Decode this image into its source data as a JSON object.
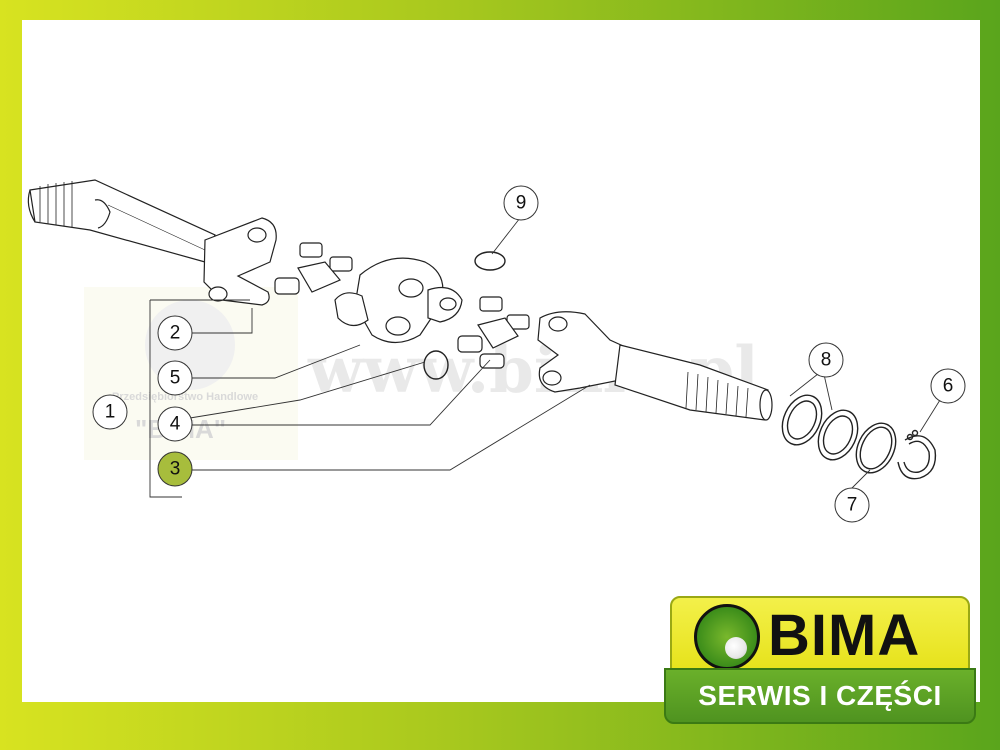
{
  "callouts": [
    {
      "id": "c1",
      "label": "1"
    },
    {
      "id": "c2",
      "label": "2"
    },
    {
      "id": "c3",
      "label": "3"
    },
    {
      "id": "c4",
      "label": "4"
    },
    {
      "id": "c5",
      "label": "5"
    },
    {
      "id": "c6",
      "label": "6"
    },
    {
      "id": "c7",
      "label": "7"
    },
    {
      "id": "c8",
      "label": "8"
    },
    {
      "id": "c9",
      "label": "9"
    }
  ],
  "watermark": {
    "domain": "www.bima.pl",
    "line1": "Przedsiębiorstwo Handlowe",
    "line2": "\"BIMA\""
  },
  "logo": {
    "word": "BIMA",
    "tagline": "SERWIS I CZĘŚCI"
  },
  "colors": {
    "frame_left": "#d8e320",
    "frame_right": "#5aa51c",
    "highlight_callout": "#a7bd3c",
    "logo_yellow": "#e6e21a",
    "logo_green": "#4f9320"
  }
}
